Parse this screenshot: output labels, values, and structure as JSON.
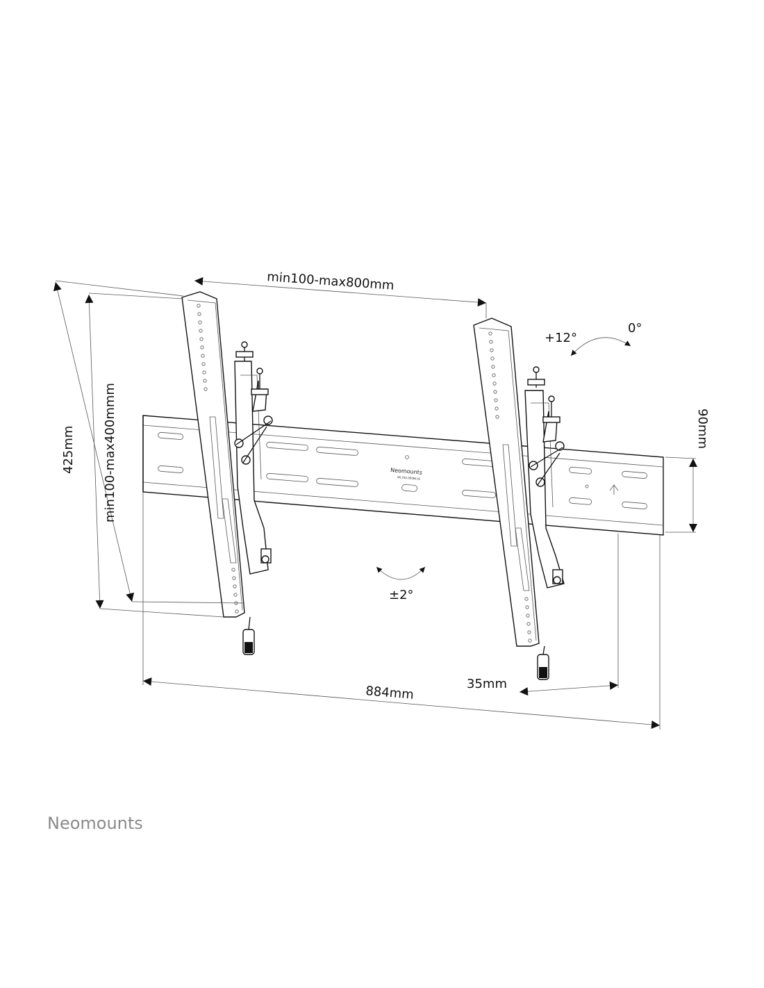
{
  "dimensions": {
    "vesa_horizontal": "min100-max800mm",
    "vesa_vertical": "min100-max400mmm",
    "height": "425mm",
    "rail_height": "90mm",
    "width": "884mm",
    "depth": "35mm"
  },
  "angles": {
    "tilt_forward": "+12°",
    "tilt_zero": "0°",
    "level_adjust": "±2°"
  },
  "product_marking": {
    "brand": "Neomounts",
    "model": "WL35S-950BL16"
  },
  "brand": {
    "name": "Neomounts",
    "color": "#8a8a8a"
  },
  "colors": {
    "line": "#111111",
    "background": "#ffffff"
  }
}
